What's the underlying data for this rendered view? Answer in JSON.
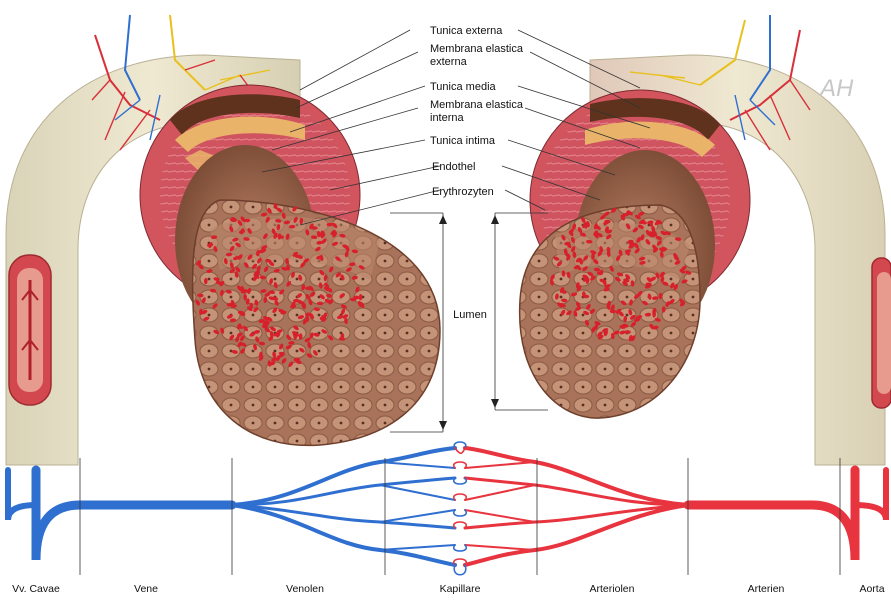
{
  "structure_labels": [
    {
      "key": "tunica_externa",
      "lines": [
        "Tunica externa"
      ]
    },
    {
      "key": "membrana_elastica_externa",
      "lines": [
        "Membrana elastica",
        "externa"
      ]
    },
    {
      "key": "tunica_media",
      "lines": [
        "Tunica media"
      ]
    },
    {
      "key": "membrana_elastica_interna",
      "lines": [
        "Membrana elastica",
        "interna"
      ]
    },
    {
      "key": "tunica_intima",
      "lines": [
        "Tunica intima"
      ]
    },
    {
      "key": "endothel",
      "lines": [
        "Endothel"
      ]
    },
    {
      "key": "erythrozyten",
      "lines": [
        "Erythrozyten"
      ]
    }
  ],
  "lumen_label": "Lumen",
  "segments": [
    "Vv. Cavae",
    "Vene",
    "Venolen",
    "Kapillare",
    "Arteriolen",
    "Arterien",
    "Aorta"
  ],
  "signature": "AH",
  "colors": {
    "vein": "#2f6fd0",
    "artery": "#e8343e",
    "wall_outer": "#e8e2c8",
    "media": "#c43c48",
    "elastica": "#6b3a1e",
    "intima": "#e9b46a",
    "endothel": "#9a6a4a",
    "erythrocyte": "#d8202c"
  }
}
